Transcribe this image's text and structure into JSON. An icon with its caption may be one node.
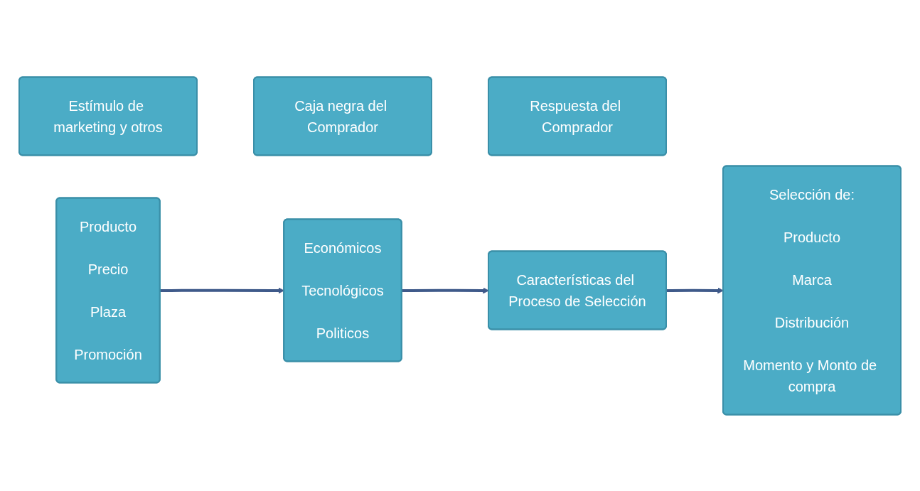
{
  "diagram": {
    "nodes": [
      {
        "text": [
          "Estímulo de marketing y otros"
        ]
      },
      {
        "text": [
          "Caja negra del Comprador"
        ]
      },
      {
        "text": [
          "Respuesta del Comprador"
        ]
      },
      {
        "text": [
          "Producto",
          "Precio",
          "Plaza",
          "Promoción"
        ]
      },
      {
        "text": [
          "Económicos",
          "Tecnológicos",
          "Politicos"
        ]
      },
      {
        "text": [
          "Características del Proceso de Selección"
        ]
      },
      {
        "text": [
          "Selección de:",
          "Producto",
          "Marca",
          "Distribución",
          "Momento y Monto de compra"
        ]
      }
    ],
    "edges": [
      {
        "from": 3,
        "to": 4,
        "arrow": "to"
      },
      {
        "from": 4,
        "to": 5,
        "arrow": "to"
      },
      {
        "from": 5,
        "to": 6,
        "arrow": "to"
      }
    ]
  }
}
